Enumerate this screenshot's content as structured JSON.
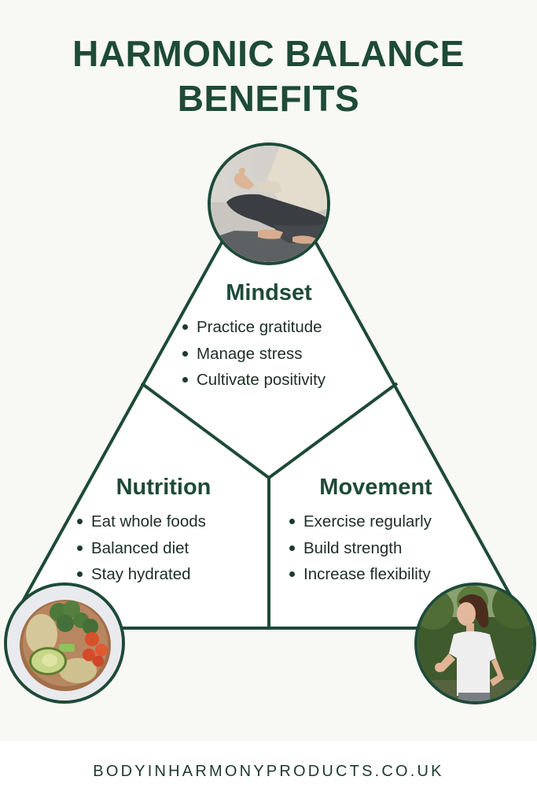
{
  "title": {
    "line1": "HARMONIC BALANCE",
    "line2": "BENEFITS"
  },
  "colors": {
    "primary_green": "#1e4a38",
    "text_dark": "#1d2e26",
    "background": "#f8f8f4",
    "panel_fill": "#ffffff"
  },
  "sections": {
    "mindset": {
      "heading": "Mindset",
      "items": [
        "Practice gratitude",
        "Manage stress",
        "Cultivate positivity"
      ],
      "image": "meditation-photo"
    },
    "nutrition": {
      "heading": "Nutrition",
      "items": [
        "Eat whole foods",
        "Balanced diet",
        "Stay hydrated"
      ],
      "image": "food-bowl-photo"
    },
    "movement": {
      "heading": "Movement",
      "items": [
        "Exercise regularly",
        "Build strength",
        "Increase flexibility"
      ],
      "image": "runner-photo"
    }
  },
  "footer": {
    "url": "BODYINHARMONYPRODUCTS.CO.UK"
  }
}
